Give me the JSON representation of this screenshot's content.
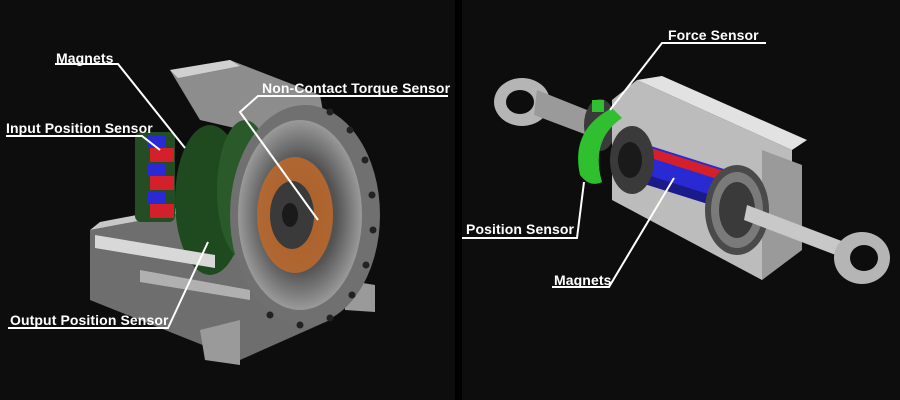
{
  "left_panel": {
    "labels": {
      "magnets": "Magnets",
      "torque_sensor": "Non-Contact Torque Sensor",
      "input_position_sensor": "Input Position Sensor",
      "output_position_sensor": "Output Position Sensor"
    }
  },
  "right_panel": {
    "labels": {
      "force_sensor": "Force Sensor",
      "position_sensor": "Position Sensor",
      "magnets": "Magnets"
    }
  },
  "colors": {
    "background": "#0d0d0d",
    "metal_light": "#b9b9b9",
    "metal_dark": "#3a3a3a",
    "magnet_red": "#d4202a",
    "magnet_blue": "#2a2ad4",
    "sensor_green": "#2fbf2f",
    "board_green": "#2a5a2a",
    "copper": "#c06a2a"
  }
}
